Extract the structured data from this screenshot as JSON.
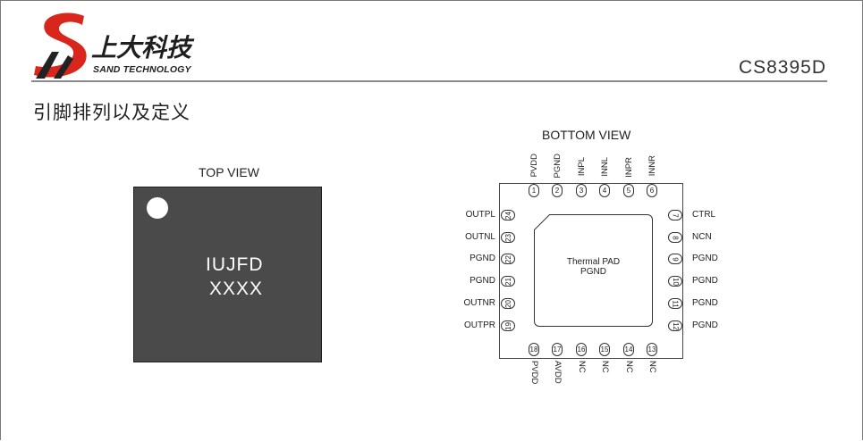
{
  "header": {
    "logo_cn": "上大科技",
    "logo_en": "SAND TECHNOLOGY",
    "part_number": "CS8395D",
    "brand_color": "#d8261c"
  },
  "section_title": "引脚排列以及定义",
  "top_view": {
    "label": "TOP VIEW",
    "marking_line1": "IUJFD",
    "marking_line2": "XXXX",
    "body_color": "#4a4a4a"
  },
  "bottom_view": {
    "label": "BOTTOM VIEW",
    "thermal_pad_line1": "Thermal PAD",
    "thermal_pad_line2": "PGND",
    "pins_top": [
      {
        "num": "1",
        "name": "PVDD"
      },
      {
        "num": "2",
        "name": "PGND"
      },
      {
        "num": "3",
        "name": "INPL"
      },
      {
        "num": "4",
        "name": "INNL"
      },
      {
        "num": "5",
        "name": "INPR"
      },
      {
        "num": "6",
        "name": "INNR"
      }
    ],
    "pins_right": [
      {
        "num": "7",
        "name": "CTRL"
      },
      {
        "num": "8",
        "name": "NCN"
      },
      {
        "num": "9",
        "name": "PGND"
      },
      {
        "num": "10",
        "name": "PGND"
      },
      {
        "num": "11",
        "name": "PGND"
      },
      {
        "num": "12",
        "name": "PGND"
      }
    ],
    "pins_bottom": [
      {
        "num": "18",
        "name": "PVDD"
      },
      {
        "num": "17",
        "name": "AVDD"
      },
      {
        "num": "16",
        "name": "NC"
      },
      {
        "num": "15",
        "name": "NC"
      },
      {
        "num": "14",
        "name": "NC"
      },
      {
        "num": "13",
        "name": "NC"
      }
    ],
    "pins_left": [
      {
        "num": "24",
        "name": "OUTPL"
      },
      {
        "num": "23",
        "name": "OUTNL"
      },
      {
        "num": "22",
        "name": "PGND"
      },
      {
        "num": "21",
        "name": "PGND"
      },
      {
        "num": "20",
        "name": "OUTNR"
      },
      {
        "num": "19",
        "name": "OUTPR"
      }
    ]
  }
}
